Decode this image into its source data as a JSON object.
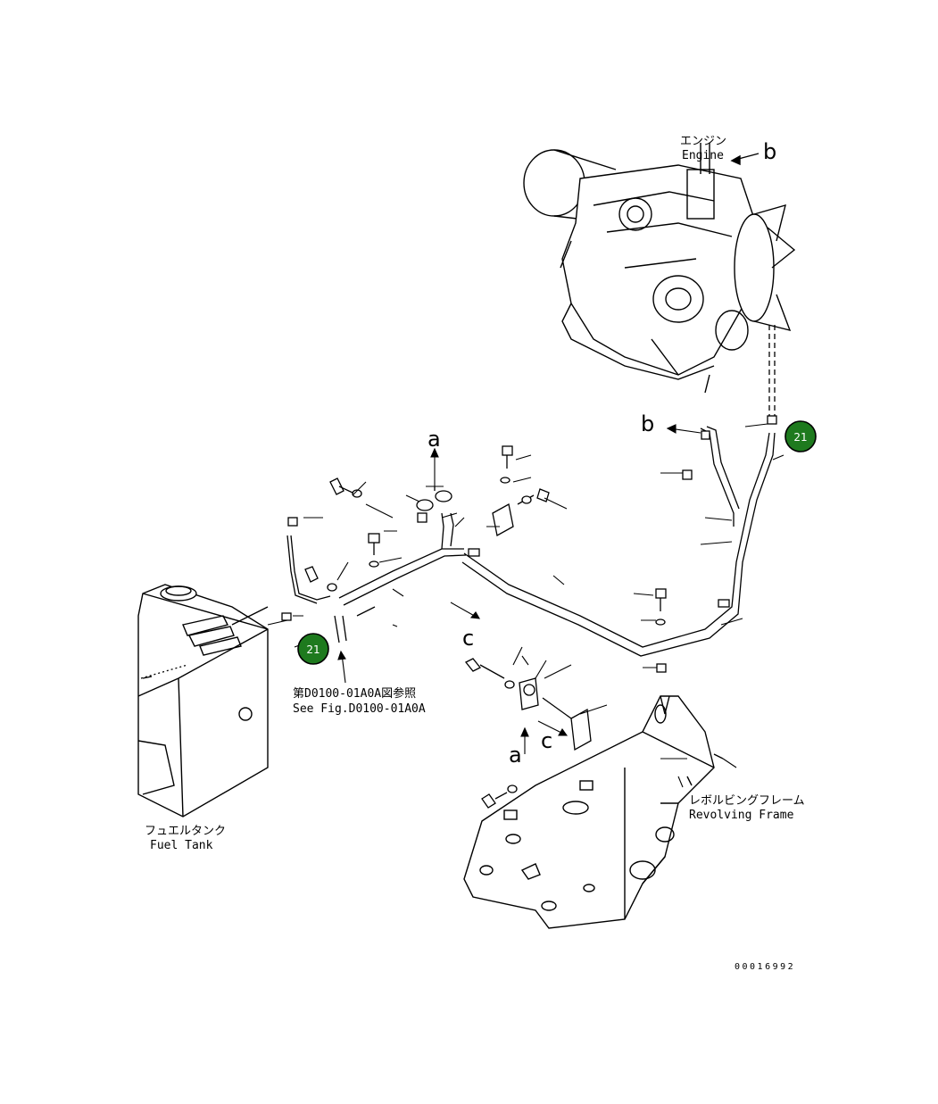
{
  "engine": {
    "label_ja": "エンジン",
    "label_en": "Engine"
  },
  "fuel_tank": {
    "label_ja": "フュエルタンク",
    "label_en": "Fuel Tank"
  },
  "revolving_frame": {
    "label_ja": "レボルビングフレーム",
    "label_en": "Revolving Frame"
  },
  "reference": {
    "label_ja": "第D0100-01A0A図参照",
    "label_en": "See Fig.D0100-01A0A"
  },
  "view_markers": {
    "a": "a",
    "b": "b",
    "c": "c"
  },
  "callouts": [
    {
      "number": "21"
    },
    {
      "number": "21"
    }
  ],
  "drawing_number": "00016992",
  "colors": {
    "callout_fill": "#1e7a1e",
    "line": "#000000"
  }
}
